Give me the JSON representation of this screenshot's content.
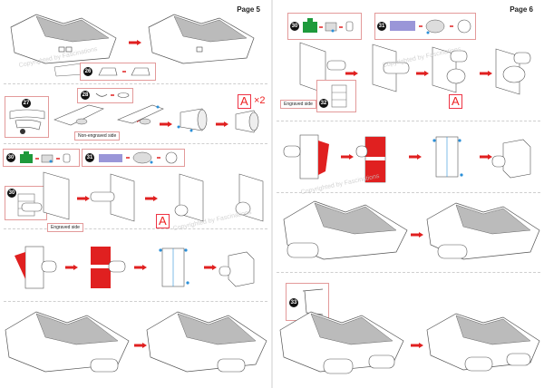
{
  "pages": [
    {
      "page_label": "Page 5",
      "steps": [
        "26",
        "27",
        "28",
        "30",
        "31",
        "30"
      ],
      "notes": [
        "Non-engraved side",
        "Engraved side"
      ],
      "part_labels": [
        "A",
        "A"
      ],
      "quantity": "×2"
    },
    {
      "page_label": "Page 6",
      "steps": [
        "30",
        "31",
        "32",
        "33"
      ],
      "notes": [
        "Engraved side"
      ],
      "part_labels": [
        "A"
      ]
    }
  ],
  "watermark": "Copyrighted by Fascinations",
  "colors": {
    "accent_red": "#e02020",
    "callout_border": "#e39a9a",
    "green_part": "#1e9a3c",
    "purple_part": "#9a96d8",
    "blue_dot": "#2a8fd8"
  }
}
